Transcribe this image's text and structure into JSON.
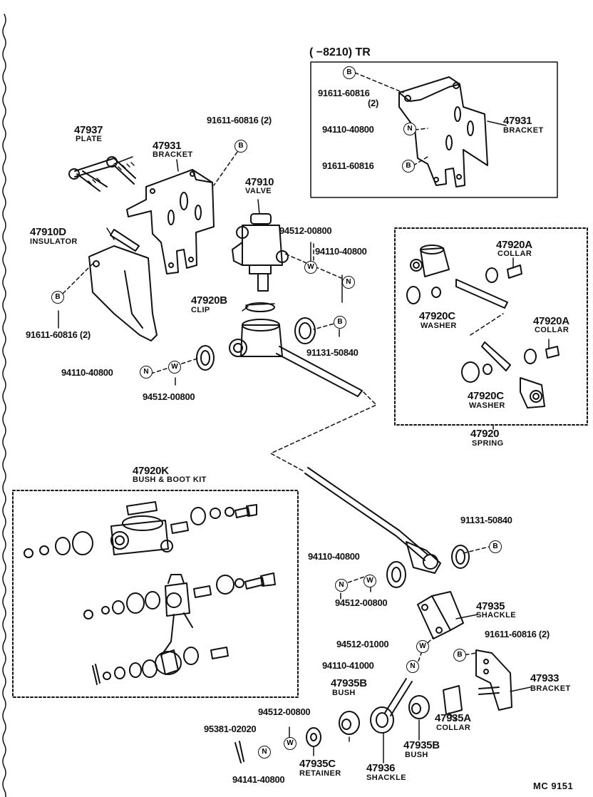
{
  "diagram": {
    "header_variant": "(     −8210) TR",
    "footer_code": "MC  9151",
    "callout_letters": {
      "b": "B",
      "n": "N",
      "w": "W"
    },
    "parts": {
      "plate": {
        "number": "47937",
        "name": "PLATE"
      },
      "bracket_main": {
        "number": "47931",
        "name": "BRACKET"
      },
      "bracket_tr": {
        "number": "47931",
        "name": "BRACKET"
      },
      "valve": {
        "number": "47910",
        "name": "VALVE"
      },
      "insulator": {
        "number": "47910D",
        "name": "INSULATOR"
      },
      "clip": {
        "number": "47920B",
        "name": "CLIP"
      },
      "collar_a1": {
        "number": "47920A",
        "name": "COLLAR"
      },
      "collar_a2": {
        "number": "47920A",
        "name": "COLLAR"
      },
      "washer_c1": {
        "number": "47920C",
        "name": "WASHER"
      },
      "washer_c2": {
        "number": "47920C",
        "name": "WASHER"
      },
      "spring": {
        "number": "47920",
        "name": "SPRING"
      },
      "bush_kit": {
        "number": "47920K",
        "name": "BUSH & BOOT KIT"
      },
      "shackle_top": {
        "number": "47935",
        "name": "SHACKLE"
      },
      "bracket_low": {
        "number": "47933",
        "name": "BRACKET"
      },
      "bush_b1": {
        "number": "47935B",
        "name": "BUSH"
      },
      "bush_b2": {
        "number": "47935B",
        "name": "BUSH"
      },
      "collar_35a": {
        "number": "47935A",
        "name": "COLLAR"
      },
      "retainer": {
        "number": "47935C",
        "name": "RETAINER"
      },
      "shackle_low": {
        "number": "47936",
        "name": "SHACKLE"
      }
    },
    "refs": {
      "r_tr_bolt_top": "91611-60816",
      "r_tr_bolt_top_qty": "(2)",
      "r_tr_nut": "94110-40800",
      "r_tr_bolt_low": "91611-60816",
      "r_bolt_upper": "91611-60816 (2)",
      "r_washer_valve": "94512-00800",
      "r_nut_valve": "94110-40800",
      "r_bolt_insul": "91611-60816 (2)",
      "r_gasket_right": "91131-50840",
      "r_nut_left": "94110-40800",
      "r_washer_left": "94512-00800",
      "r_gasket_low": "91131-50840",
      "r_nut_mid": "94110-40800",
      "r_washer_mid": "94512-00800",
      "r_washer_10": "94512-01000",
      "r_nut_10": "94110-41000",
      "r_bolt_bracket": "91611-60816 (2)",
      "r_washer_bot": "94512-00800",
      "r_pin": "95381-02020",
      "r_nut_bot": "94141-40800"
    }
  }
}
